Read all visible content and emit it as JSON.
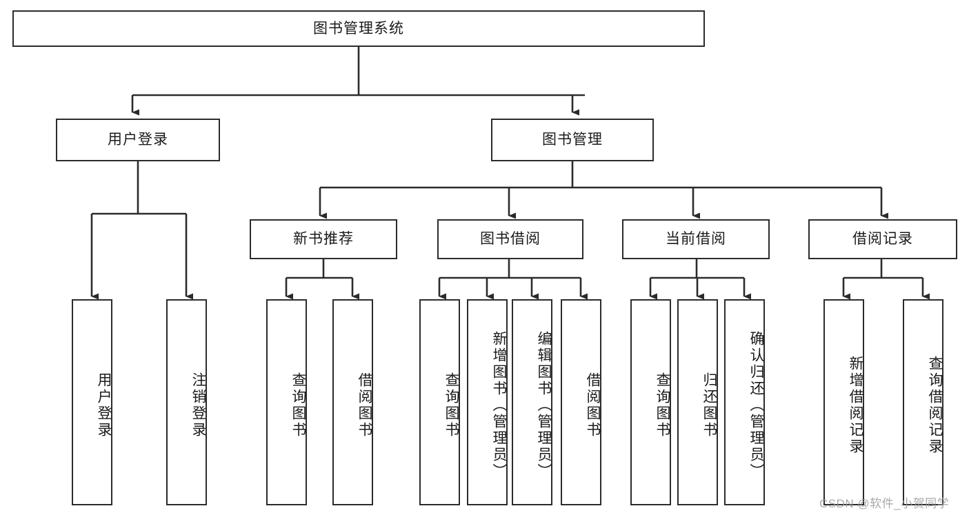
{
  "diagram": {
    "type": "tree-hierarchy",
    "title": "图书管理系统",
    "watermark": "CSDN @软件_小贺同学",
    "colors": {
      "node_border": "#2b2b2b",
      "node_fill": "#ffffff",
      "edge": "#2b2b2b",
      "text": "#1a1a1a",
      "watermark": "#9a9a9a",
      "background": "#ffffff"
    },
    "levels": [
      {
        "level": 1,
        "nodes": [
          {
            "id": "root",
            "label": "图书管理系统",
            "orientation": "horizontal"
          }
        ]
      },
      {
        "level": 2,
        "nodes": [
          {
            "id": "l2-user-login",
            "label": "用户登录",
            "orientation": "horizontal",
            "parent": "root"
          },
          {
            "id": "l2-book-manage",
            "label": "图书管理",
            "orientation": "horizontal",
            "parent": "root"
          }
        ]
      },
      {
        "level": 3,
        "nodes": [
          {
            "id": "l3-new-book",
            "label": "新书推荐",
            "orientation": "horizontal",
            "parent": "l2-book-manage"
          },
          {
            "id": "l3-book-borrow",
            "label": "图书借阅",
            "orientation": "horizontal",
            "parent": "l2-book-manage"
          },
          {
            "id": "l3-current-borrow",
            "label": "当前借阅",
            "orientation": "horizontal",
            "parent": "l2-book-manage"
          },
          {
            "id": "l3-borrow-record",
            "label": "借阅记录",
            "orientation": "horizontal",
            "parent": "l2-book-manage"
          }
        ]
      },
      {
        "level": 4,
        "nodes": [
          {
            "id": "leaf-user-login",
            "label": "用户登录",
            "orientation": "vertical",
            "parent": "l2-user-login"
          },
          {
            "id": "leaf-logout",
            "label": "注销登录",
            "orientation": "vertical",
            "parent": "l2-user-login"
          },
          {
            "id": "leaf-query-book-1",
            "label": "查询图书",
            "orientation": "vertical",
            "parent": "l3-new-book"
          },
          {
            "id": "leaf-borrow-book-1",
            "label": "借阅图书",
            "orientation": "vertical",
            "parent": "l3-new-book"
          },
          {
            "id": "leaf-query-book-2",
            "label": "查询图书",
            "orientation": "vertical",
            "parent": "l3-book-borrow"
          },
          {
            "id": "leaf-add-book",
            "label": "新增图书（管理员）",
            "orientation": "vertical",
            "parent": "l3-book-borrow"
          },
          {
            "id": "leaf-edit-book",
            "label": "编辑图书（管理员）",
            "orientation": "vertical",
            "parent": "l3-book-borrow"
          },
          {
            "id": "leaf-borrow-book-2",
            "label": "借阅图书",
            "orientation": "vertical",
            "parent": "l3-book-borrow"
          },
          {
            "id": "leaf-query-book-3",
            "label": "查询图书",
            "orientation": "vertical",
            "parent": "l3-current-borrow"
          },
          {
            "id": "leaf-return-book",
            "label": "归还图书",
            "orientation": "vertical",
            "parent": "l3-current-borrow"
          },
          {
            "id": "leaf-confirm-return",
            "label": "确认归还（管理员）",
            "orientation": "vertical",
            "parent": "l3-current-borrow"
          },
          {
            "id": "leaf-add-record",
            "label": "新增借阅记录",
            "orientation": "vertical",
            "parent": "l3-borrow-record"
          },
          {
            "id": "leaf-query-record",
            "label": "查询借阅记录",
            "orientation": "vertical",
            "parent": "l3-borrow-record"
          }
        ]
      }
    ]
  },
  "nodes": {
    "root": {
      "label": "图书管理系统"
    },
    "l2": {
      "user_login": {
        "label": "用户登录"
      },
      "book_manage": {
        "label": "图书管理"
      }
    },
    "l3": {
      "new_book": {
        "label": "新书推荐"
      },
      "book_borrow": {
        "label": "图书借阅"
      },
      "current_borrow": {
        "label": "当前借阅"
      },
      "borrow_record": {
        "label": "借阅记录"
      }
    },
    "l4": {
      "user_login": {
        "label": "用户登录"
      },
      "logout": {
        "label": "注销登录"
      },
      "query_book_1": {
        "label": "查询图书"
      },
      "borrow_book_1": {
        "label": "借阅图书"
      },
      "query_book_2": {
        "label": "查询图书"
      },
      "add_book": {
        "label": "新增图书（管理员）"
      },
      "edit_book": {
        "label": "编辑图书（管理员）"
      },
      "borrow_book_2": {
        "label": "借阅图书"
      },
      "query_book_3": {
        "label": "查询图书"
      },
      "return_book": {
        "label": "归还图书"
      },
      "confirm_return": {
        "label": "确认归还（管理员）"
      },
      "add_record": {
        "label": "新增借阅记录"
      },
      "query_record": {
        "label": "查询借阅记录"
      }
    }
  },
  "footer": {
    "watermark": "CSDN @软件_小贺同学"
  }
}
